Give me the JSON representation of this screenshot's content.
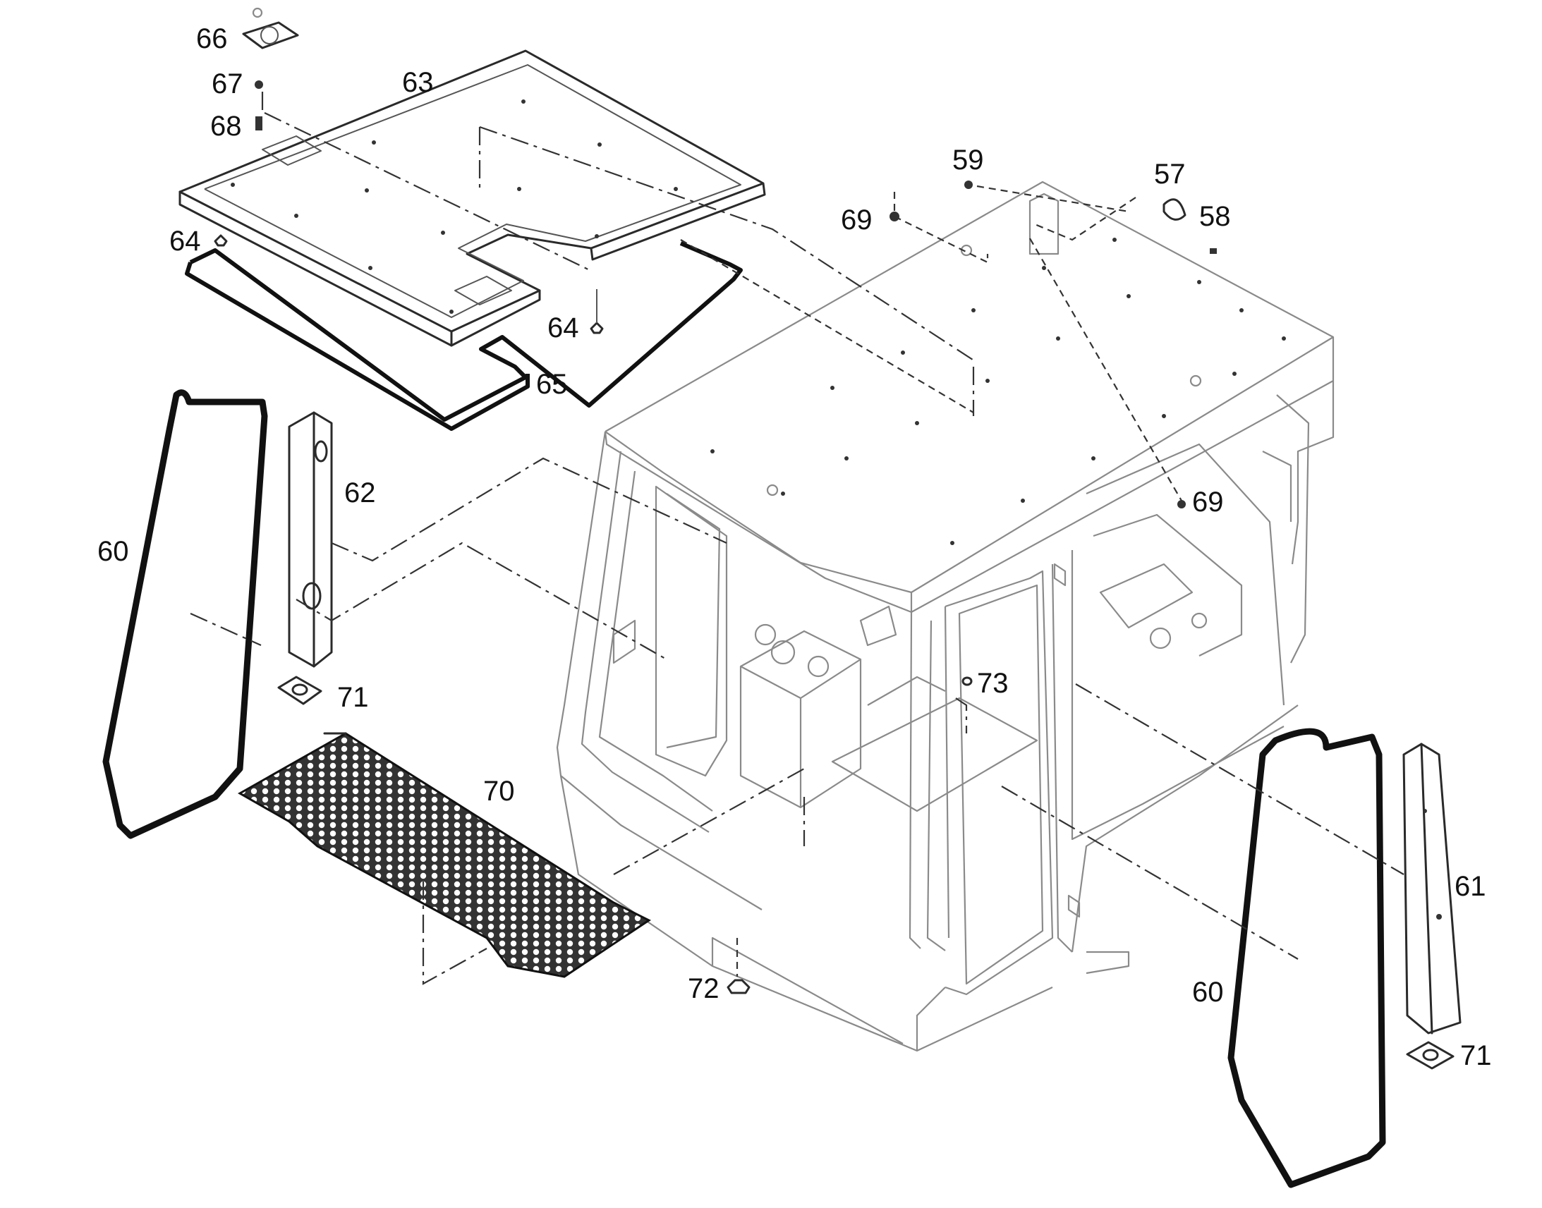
{
  "callouts": {
    "c57": "57",
    "c58": "58",
    "c59": "59",
    "c60a": "60",
    "c60b": "60",
    "c61": "61",
    "c62": "62",
    "c63": "63",
    "c64a": "64",
    "c64b": "64",
    "c65": "65",
    "c66": "66",
    "c67": "67",
    "c68": "68",
    "c69a": "69",
    "c69b": "69",
    "c70": "70",
    "c71a": "71",
    "c71b": "71",
    "c72": "72",
    "c73": "73"
  }
}
